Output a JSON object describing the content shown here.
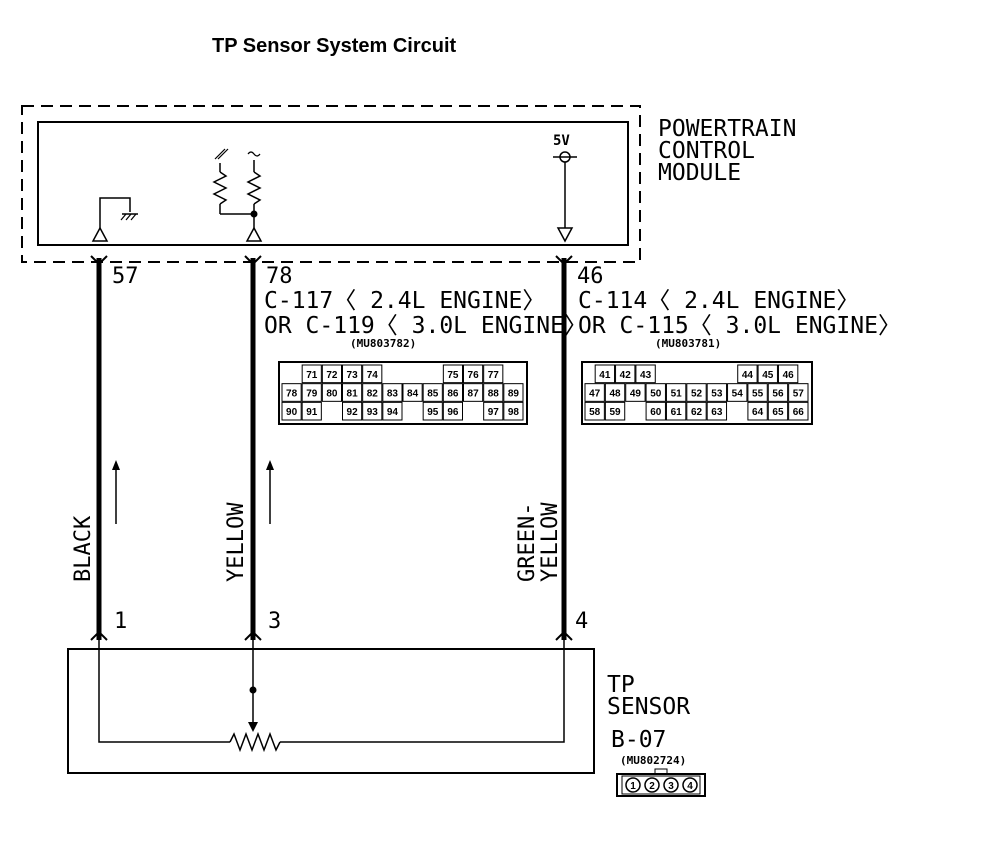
{
  "title": "TP Sensor System Circuit",
  "pcm": {
    "label_lines": [
      "POWERTRAIN",
      "CONTROL",
      "MODULE"
    ],
    "supply_label": "5V"
  },
  "wires": [
    {
      "pcm_pin": "57",
      "sensor_pin": "1",
      "color": "BLACK"
    },
    {
      "pcm_pin": "78",
      "sensor_pin": "3",
      "color": "YELLOW"
    },
    {
      "pcm_pin": "46",
      "sensor_pin": "4",
      "color_lines": [
        "GREEN-",
        "YELLOW"
      ]
    }
  ],
  "connector_left": {
    "lines": [
      "C-117〈 2.4L ENGINE〉",
      "OR C-119〈 3.0L ENGINE〉"
    ],
    "part": "(MU803782)",
    "rows": [
      [
        "71",
        "72",
        "73",
        "74",
        "",
        "",
        "",
        "75",
        "76",
        "77"
      ],
      [
        "78",
        "79",
        "80",
        "81",
        "82",
        "83",
        "84",
        "85",
        "86",
        "87",
        "88",
        "89"
      ],
      [
        "90",
        "91",
        "",
        "92",
        "93",
        "94",
        "",
        "95",
        "96",
        "",
        "97",
        "98"
      ]
    ]
  },
  "connector_right": {
    "lines": [
      "C-114〈 2.4L ENGINE〉",
      "OR C-115〈 3.0L ENGINE〉"
    ],
    "part": "(MU803781)",
    "rows": [
      [
        "41",
        "42",
        "43",
        "",
        "",
        "",
        "",
        "44",
        "45",
        "46"
      ],
      [
        "47",
        "48",
        "49",
        "50",
        "51",
        "52",
        "53",
        "54",
        "55",
        "56",
        "57"
      ],
      [
        "58",
        "59",
        "",
        "60",
        "61",
        "62",
        "63",
        "",
        "64",
        "65",
        "66"
      ]
    ]
  },
  "sensor": {
    "label_lines": [
      "TP",
      "SENSOR",
      "B-07"
    ],
    "part": "(MU802724)",
    "pins": [
      "1",
      "2",
      "3",
      "4"
    ]
  }
}
